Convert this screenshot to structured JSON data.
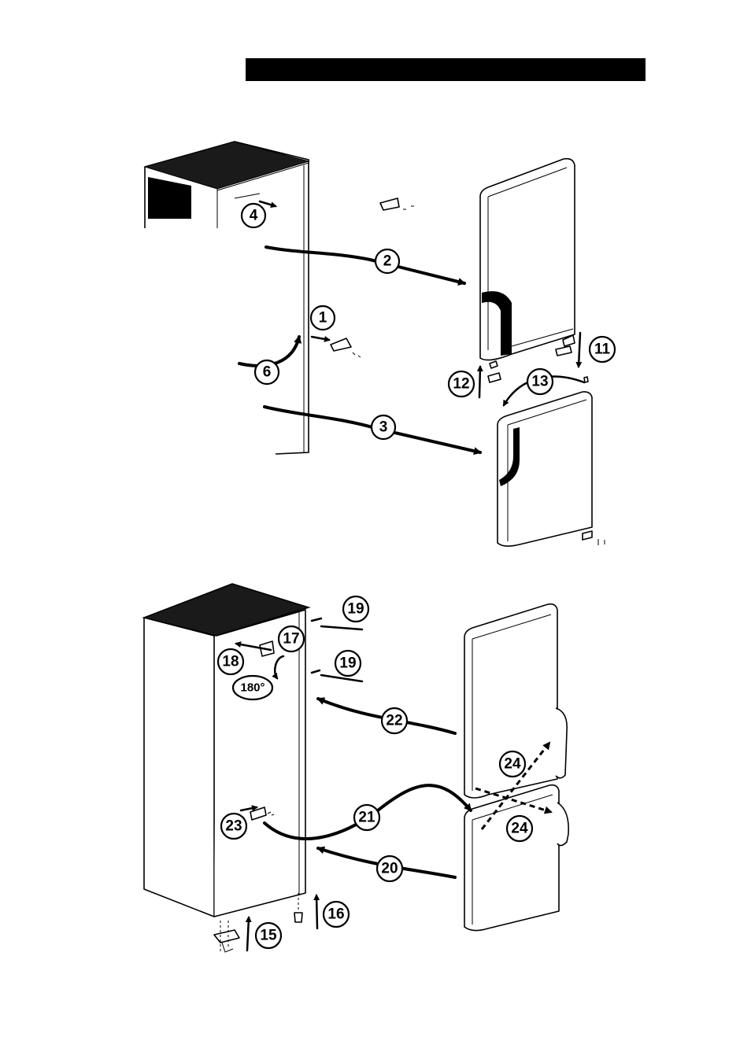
{
  "top_diagram": {
    "callouts": [
      "4",
      "2",
      "1",
      "6",
      "3",
      "11",
      "12",
      "13"
    ]
  },
  "bottom_diagram": {
    "callouts": [
      "19",
      "17",
      "18",
      "19",
      "22",
      "24",
      "21",
      "24",
      "23",
      "20",
      "16",
      "15"
    ],
    "rotation_label": "180°"
  }
}
